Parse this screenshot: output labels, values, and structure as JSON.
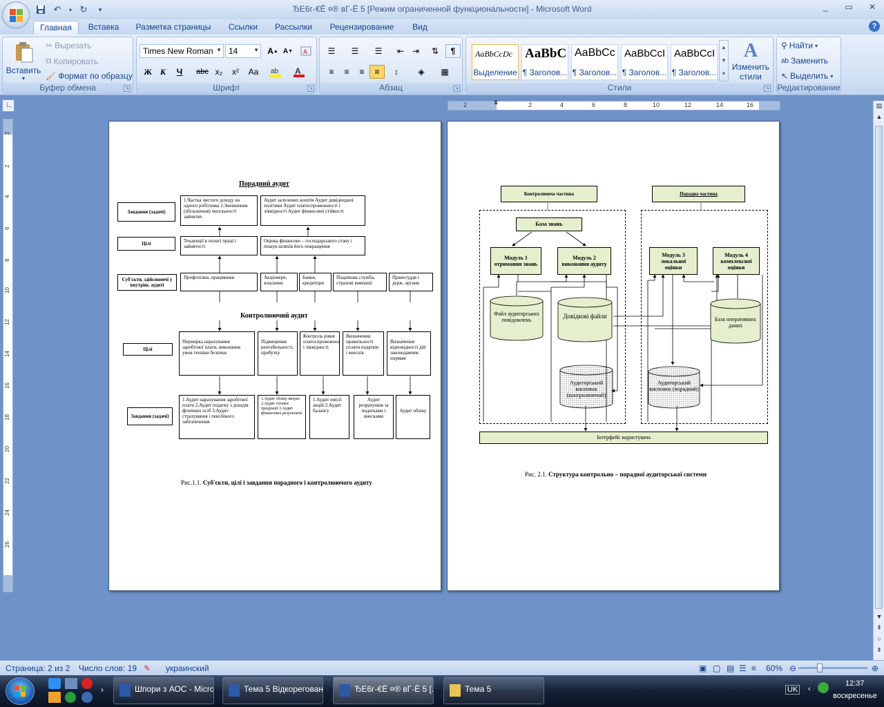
{
  "window": {
    "title": "ЂЕ6г-€Ё ¤® вГ-Ё 5 [Режим ограниченной функциональности] - Microsoft Word",
    "minimize": "_",
    "maximize": "▭",
    "close": "✕"
  },
  "tabs": [
    "Главная",
    "Вставка",
    "Разметка страницы",
    "Ссылки",
    "Рассылки",
    "Рецензирование",
    "Вид"
  ],
  "ribbon": {
    "clipboard": {
      "label": "Буфер обмена",
      "paste": "Вставить",
      "cut": "Вырезать",
      "copy": "Копировать",
      "format_painter": "Формат по образцу"
    },
    "font": {
      "label": "Шрифт",
      "font_name": "Times New Roman",
      "font_size": "14",
      "bold": "Ж",
      "italic": "К",
      "underline": "Ч",
      "strike": "abc",
      "subscript": "x₂",
      "superscript": "x²",
      "case": "Aa"
    },
    "paragraph": {
      "label": "Абзац"
    },
    "styles": {
      "label": "Стили",
      "items": [
        {
          "sample": "AaBbCcDc",
          "name": "Выделение"
        },
        {
          "sample": "AaBbC",
          "name": "¶ Заголов..."
        },
        {
          "sample": "AaBbCc",
          "name": "¶ Заголов..."
        },
        {
          "sample": "AaBbCcI",
          "name": "¶ Заголов..."
        },
        {
          "sample": "AaBbCcI",
          "name": "¶ Заголов..."
        }
      ],
      "change_styles_1": "Изменить",
      "change_styles_2": "стили"
    },
    "editing": {
      "label": "Редактирование",
      "find": "Найти",
      "replace": "Заменить",
      "select": "Выделить"
    }
  },
  "ruler": {
    "h_ticks": [
      "2",
      "2",
      "4",
      "6",
      "8",
      "10",
      "12",
      "14",
      "16"
    ],
    "v_ticks": [
      "2",
      "2",
      "4",
      "6",
      "8",
      "10",
      "12",
      "14",
      "16",
      "18",
      "20",
      "22",
      "24",
      "26"
    ]
  },
  "page1": {
    "title_advisory": "Порадний аудит",
    "title_control": "Контролюючий аудит",
    "row_tasks_label": "Завдання (задачі)",
    "row_goals_label": "Цілі",
    "row_subjects_label": "Суб'єкти, здійснюючі у внутріш. аудиті",
    "adv_tasks_1": "1.Частка чистого доходу на одного робітника 2.Зменшення (збільшення) чисельності зайнятих",
    "adv_tasks_2": "Аудит залучених коштів Аудит дивідендної політики Аудит платоспроможності і ліквідності Аудит фінансової стійкості",
    "adv_goals_1": "Тенденції в оплаті праці і зайнятості",
    "adv_goals_2": "Оцінка фінансово – господарського стану і пошук шляхів його покращення",
    "subj_1": "Профспілки, працівники",
    "subj_2": "Акціонери, власники",
    "subj_3": "Банки, кредитори",
    "subj_4": "Податкова служба, страхові компанії",
    "subj_5": "Правосуддя і держ. органи",
    "ctrl_goals_label": "Цілі",
    "ctrl_goals_1": "Перевірка нарахування заробітної плати, виконання умов техніки безпеки",
    "ctrl_goals_2": "Підвищення рентабельності, прибутку",
    "ctrl_goals_3": "Контроль рівня платоспроможності і ліквідності",
    "ctrl_goals_4": "Визначення правильності сплати податків і внесків",
    "ctrl_goals_5": "Визначення відповідності дій законодавчим нормам",
    "ctrl_tasks_label": "Завдання (задачі)",
    "ctrl_tasks_1": "1.Аудит нарахування заробітної плати 2.Аудит податку з доходів фізичних осіб 3.Аудит страхування і пенсійного забезпечення",
    "ctrl_tasks_2": "1.Аудит обліку витрат 2.Аудит готової продукції 3.Аудит фінансових результатів",
    "ctrl_tasks_3": "1.Аудит емісії акцій 2.Аудит балансу",
    "ctrl_tasks_4": "Аудит розрахунків за податками і внесками",
    "ctrl_tasks_5": "Аудит обліку",
    "caption_prefix": "Рис.1.1.",
    "caption": "Суб'єкти, цілі і завдання порадного і контролюючого аудиту"
  },
  "page2": {
    "control_part": "Контролююча частина",
    "advisory_part": "Порадна частина",
    "kb": "База знань",
    "module1": "Модуль 1 отримання знань",
    "module2": "Модуль 2 виконання аудиту",
    "module3": "Модуль 3 локальної оцінки",
    "module4": "Модуль 4 комплексної оцінки",
    "file_reports": "Файл аудиторських повідомлень",
    "ref_files": "Довідкові файли",
    "op_db": "База оперативних даних",
    "audit_ctrl": "Аудиторський висновок (контролюючий)",
    "audit_adv": "Аудиторський висновок (порадний)",
    "ui": "Інтерфейс користувача",
    "caption_prefix": "Рис. 2.1.",
    "caption": "Структура контрольно – порадної аудиторської системи"
  },
  "status": {
    "page": "Страница: 2 из 2",
    "words": "Число слов: 19",
    "language": "украинский",
    "zoom": "60%"
  },
  "taskbar": {
    "items": [
      "Шпори з АОС - Micro...",
      "Тема 5 Відкорегован...",
      "ЂЕ6г-€Ё ¤® вГ-Ё 5 [...",
      "Тема 5"
    ],
    "lang": "UK",
    "time": "12:37",
    "day": "воскресенье"
  },
  "colors": {
    "ribbon_bg": "#d2e1f4",
    "workspace_bg": "#6f93c8",
    "diagram_green": "#e5efcd",
    "taskbar": "#142036"
  }
}
